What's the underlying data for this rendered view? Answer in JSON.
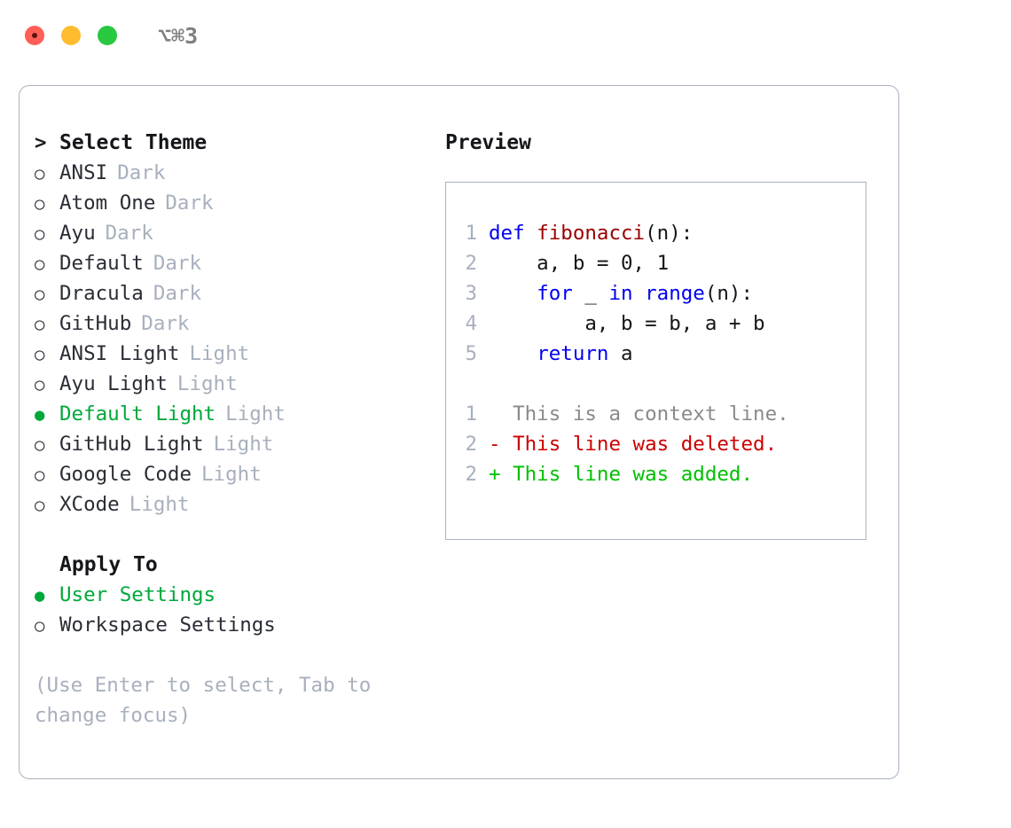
{
  "titlebar": {
    "shortcut": "⌥⌘3",
    "buttons": [
      {
        "name": "close",
        "color": "#ff5f57"
      },
      {
        "name": "minimize",
        "color": "#febc2e"
      },
      {
        "name": "maximize",
        "color": "#28c840"
      }
    ]
  },
  "theme_section": {
    "heading": "Select Theme",
    "caret": ">",
    "items": [
      {
        "label": "ANSI",
        "badge": "Dark",
        "selected": false
      },
      {
        "label": "Atom One",
        "badge": "Dark",
        "selected": false
      },
      {
        "label": "Ayu",
        "badge": "Dark",
        "selected": false
      },
      {
        "label": "Default",
        "badge": "Dark",
        "selected": false
      },
      {
        "label": "Dracula",
        "badge": "Dark",
        "selected": false
      },
      {
        "label": "GitHub",
        "badge": "Dark",
        "selected": false
      },
      {
        "label": "ANSI Light",
        "badge": "Light",
        "selected": false
      },
      {
        "label": "Ayu Light",
        "badge": "Light",
        "selected": false
      },
      {
        "label": "Default Light",
        "badge": "Light",
        "selected": true
      },
      {
        "label": "GitHub Light",
        "badge": "Light",
        "selected": false
      },
      {
        "label": "Google Code",
        "badge": "Light",
        "selected": false
      },
      {
        "label": "XCode",
        "badge": "Light",
        "selected": false
      }
    ]
  },
  "apply_section": {
    "heading": "Apply To",
    "items": [
      {
        "label": "User Settings",
        "selected": true
      },
      {
        "label": "Workspace Settings",
        "selected": false
      }
    ]
  },
  "hint": "(Use Enter to select, Tab to change focus)",
  "preview": {
    "title": "Preview",
    "code_lines": [
      {
        "no": "1",
        "segments": [
          {
            "text": "def ",
            "kind": "kw"
          },
          {
            "text": "fibonacci",
            "kind": "fn"
          },
          {
            "text": "(n):",
            "kind": "txt"
          }
        ]
      },
      {
        "no": "2",
        "segments": [
          {
            "text": "    a, b = 0, 1",
            "kind": "txt"
          }
        ]
      },
      {
        "no": "3",
        "segments": [
          {
            "text": "    ",
            "kind": "txt"
          },
          {
            "text": "for",
            "kind": "kw"
          },
          {
            "text": " _ ",
            "kind": "txt"
          },
          {
            "text": "in ",
            "kind": "kw"
          },
          {
            "text": "range",
            "kind": "kw"
          },
          {
            "text": "(n):",
            "kind": "txt"
          }
        ]
      },
      {
        "no": "4",
        "segments": [
          {
            "text": "        a, b = b, a + b",
            "kind": "txt"
          }
        ]
      },
      {
        "no": "5",
        "segments": [
          {
            "text": "    ",
            "kind": "txt"
          },
          {
            "text": "return",
            "kind": "kw"
          },
          {
            "text": " a",
            "kind": "txt"
          }
        ]
      }
    ],
    "diff_lines": [
      {
        "no": "1",
        "marker": "  ",
        "text": "This is a context line.",
        "kind": "ctx"
      },
      {
        "no": "2",
        "marker": "- ",
        "text": "This line was deleted.",
        "kind": "del"
      },
      {
        "no": "2",
        "marker": "+ ",
        "text": "This line was added.",
        "kind": "add"
      }
    ]
  },
  "colors": {
    "accent_green": "#00a83a",
    "muted": "#a8b0bd",
    "text": "#2a2d35",
    "border": "#a9b2c0",
    "keyword": "#0000ee",
    "function": "#9b0000",
    "diff_added": "#00c000",
    "diff_deleted": "#cc0000",
    "background": "#ffffff"
  }
}
